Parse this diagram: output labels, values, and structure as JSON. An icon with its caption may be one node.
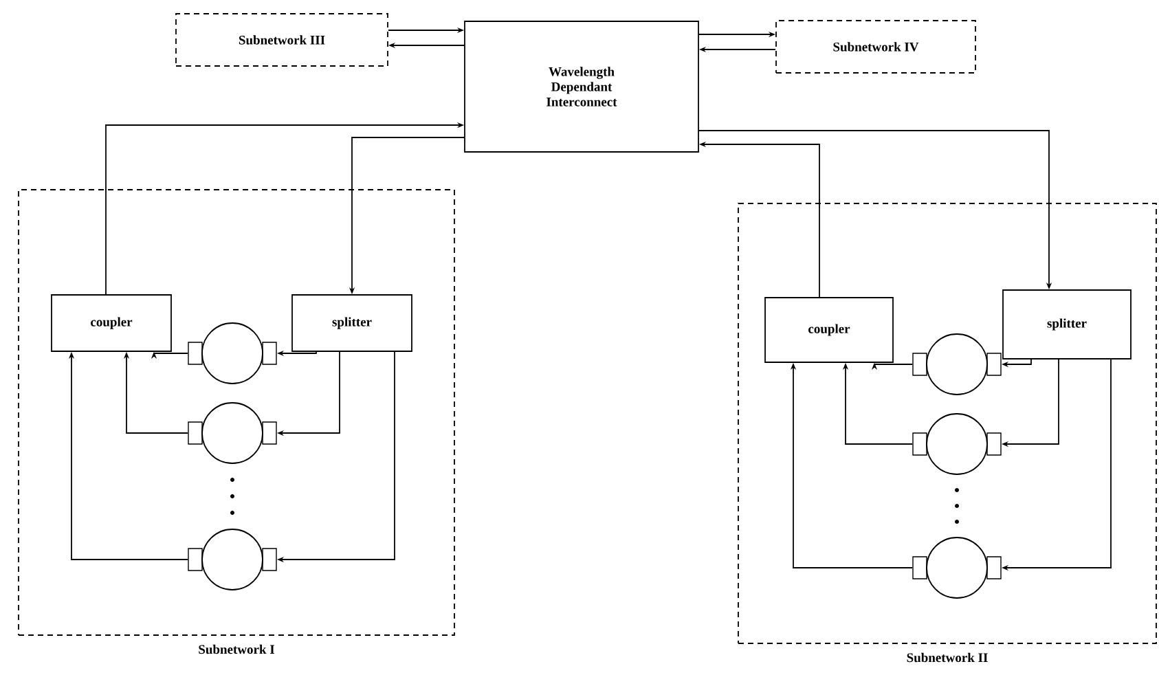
{
  "diagram": {
    "nodes": [
      {
        "text": [
          "Subnetwork III"
        ]
      },
      {
        "text": [
          "Wavelength Dependant Interconnect"
        ]
      },
      {
        "text": [
          "Subnetwork IV"
        ]
      },
      {
        "text": [
          "Subnetwork I"
        ]
      },
      {
        "text": [
          "coupler"
        ],
        "in": 3
      },
      {
        "text": [
          "splitter"
        ],
        "in": 3
      },
      {
        "text": [],
        "shape": "circle",
        "in": 3
      },
      {
        "text": [],
        "shape": "circle",
        "in": 3
      },
      {
        "text": [],
        "shape": "circle",
        "in": 3
      },
      {
        "text": [
          "Subnetwork II"
        ]
      },
      {
        "text": [
          "coupler"
        ],
        "in": 9
      },
      {
        "text": [
          "splitter"
        ],
        "in": 9
      },
      {
        "text": [],
        "shape": "circle",
        "in": 9
      },
      {
        "text": [],
        "shape": "circle",
        "in": 9
      },
      {
        "text": [],
        "shape": "circle",
        "in": 9
      }
    ],
    "edges": [
      {
        "from": 0,
        "to": 1,
        "arrow": "to"
      },
      {
        "from": 1,
        "to": 0,
        "arrow": "to"
      },
      {
        "from": 1,
        "to": 2,
        "arrow": "to"
      },
      {
        "from": 2,
        "to": 1,
        "arrow": "to"
      },
      {
        "from": 4,
        "to": 1,
        "arrow": "to"
      },
      {
        "from": 1,
        "to": 5,
        "arrow": "to"
      },
      {
        "from": 10,
        "to": 1,
        "arrow": "to"
      },
      {
        "from": 1,
        "to": 11,
        "arrow": "to"
      },
      {
        "from": 5,
        "to": 6,
        "arrow": "to"
      },
      {
        "from": 5,
        "to": 7,
        "arrow": "to"
      },
      {
        "from": 5,
        "to": 8,
        "arrow": "to"
      },
      {
        "from": 6,
        "to": 4,
        "arrow": "to"
      },
      {
        "from": 7,
        "to": 4,
        "arrow": "to"
      },
      {
        "from": 8,
        "to": 4,
        "arrow": "to"
      },
      {
        "from": 11,
        "to": 12,
        "arrow": "to"
      },
      {
        "from": 11,
        "to": 13,
        "arrow": "to"
      },
      {
        "from": 11,
        "to": 14,
        "arrow": "to"
      },
      {
        "from": 12,
        "to": 10,
        "arrow": "to"
      },
      {
        "from": 13,
        "to": 10,
        "arrow": "to"
      },
      {
        "from": 14,
        "to": 10,
        "arrow": "to"
      }
    ]
  }
}
